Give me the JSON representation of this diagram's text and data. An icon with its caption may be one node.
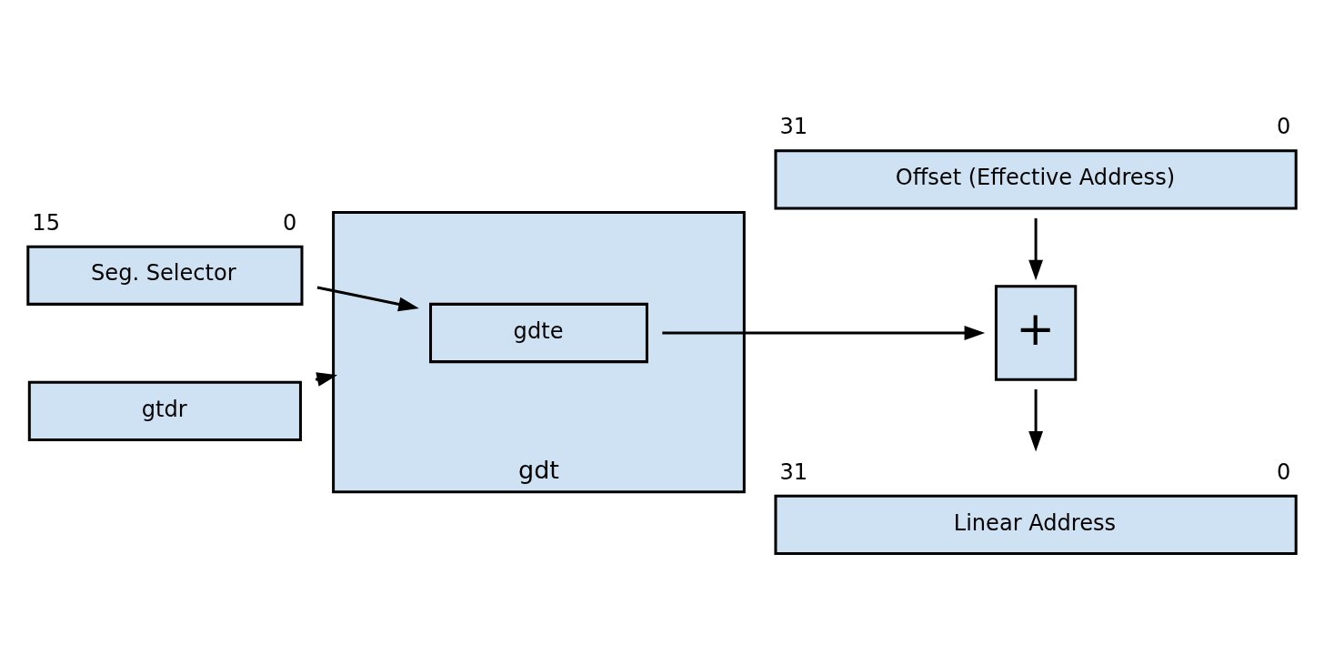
{
  "diagram": {
    "nodes": [
      {
        "text": [
          "Seg. Selector"
        ],
        "beside": [
          "15",
          "0"
        ]
      },
      {
        "text": [
          "gdt"
        ]
      },
      {
        "text": [
          "gdte"
        ],
        "in": 1
      },
      {
        "text": [
          "Offset (Effective Address)"
        ],
        "beside": [
          "31",
          "0"
        ]
      },
      {
        "text": [
          "+"
        ]
      },
      {
        "text": [
          "Linear Address"
        ],
        "beside": [
          "31",
          "0"
        ]
      },
      {
        "text": [
          "gtdr"
        ]
      }
    ],
    "edges": [
      {
        "from": 0,
        "to": 2,
        "arrow": "to"
      },
      {
        "from": 2,
        "to": 4,
        "arrow": "to"
      },
      {
        "from": 3,
        "to": 4,
        "arrow": "to"
      },
      {
        "from": 4,
        "to": 5,
        "arrow": "to"
      },
      {
        "from": 6,
        "to": 1,
        "arrow": "to"
      }
    ]
  }
}
